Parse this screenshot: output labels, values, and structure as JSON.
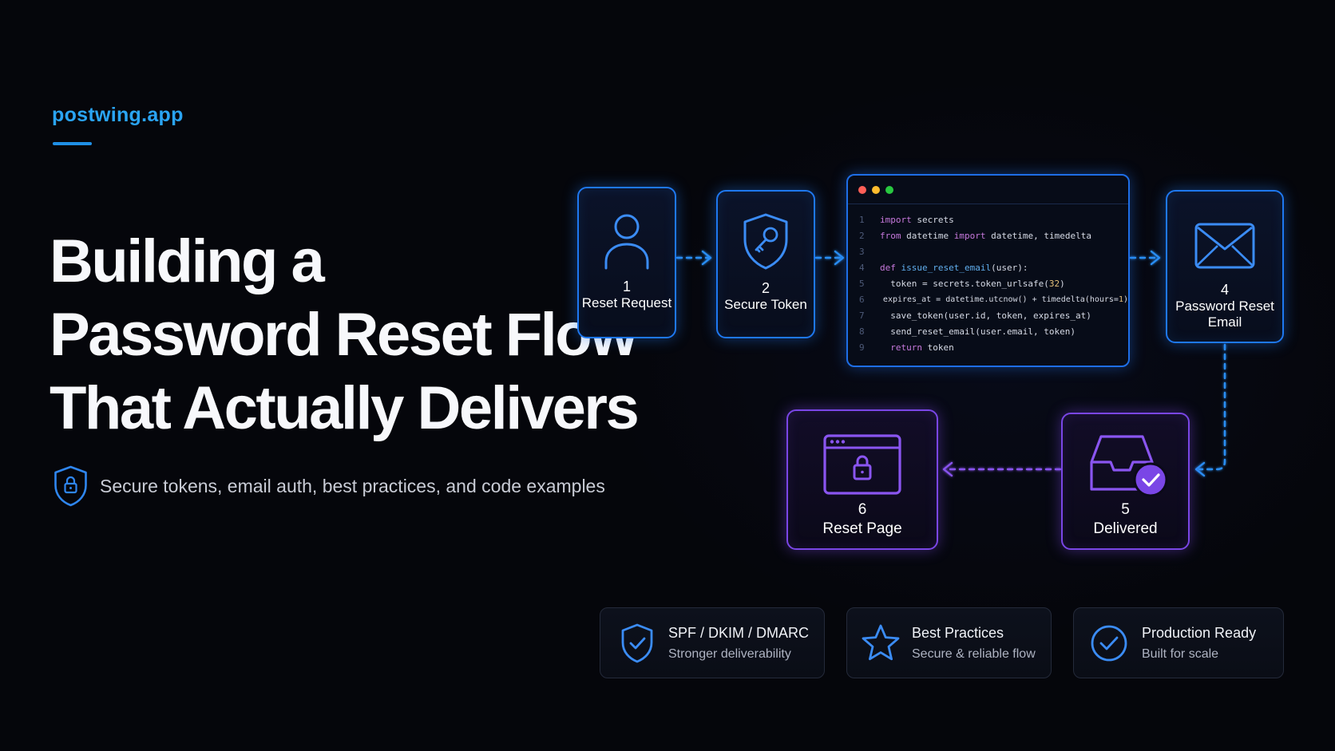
{
  "brand": {
    "name": "postwing.app",
    "accent": "#2aa4f4"
  },
  "headline": {
    "lines": [
      "Building a",
      "Password Reset Flow",
      "That Actually Delivers"
    ]
  },
  "subtitle": {
    "icon": "shield-lock-icon",
    "text": "Secure tokens, email auth, best practices, and code examples"
  },
  "flow": {
    "steps": [
      {
        "number": "1",
        "label": "Reset Request",
        "icon": "user-icon",
        "color": "#1e78f0"
      },
      {
        "number": "2",
        "label": "Secure Token",
        "icon": "shield-key-icon",
        "color": "#1e78f0"
      },
      {
        "number": "4",
        "label_line1": "Password Reset",
        "label_line2": "Email",
        "icon": "envelope-icon",
        "color": "#1e78f0"
      },
      {
        "number": "5",
        "label": "Delivered",
        "icon": "inbox-check-icon",
        "color": "#7a46e6"
      },
      {
        "number": "6",
        "label": "Reset Page",
        "icon": "browser-lock-icon",
        "color": "#7a46e6"
      }
    ],
    "code": {
      "line_numbers": [
        "1",
        "2",
        "3",
        "4",
        "5",
        "6",
        "7",
        "8",
        "9"
      ],
      "lines": [
        "import secrets",
        "from datetime import datetime, timedelta",
        "",
        "def issue_reset_email(user):",
        "  token = secrets.token_urlsafe(32)",
        "  expires_at = datetime.utcnow() + timedelta(hours=1)",
        "  save_token(user.id, token, expires_at)",
        "  send_reset_email(user.email, token)",
        "  return token"
      ],
      "window_dots": [
        "#ff5f57",
        "#febc2e",
        "#28c840"
      ]
    }
  },
  "features": [
    {
      "title": "SPF / DKIM / DMARC",
      "subtitle": "Stronger deliverability",
      "icon": "shield-check-icon"
    },
    {
      "title": "Best Practices",
      "subtitle": "Secure & reliable flow",
      "icon": "star-icon"
    },
    {
      "title": "Production Ready",
      "subtitle": "Built for scale",
      "icon": "check-circle-icon"
    }
  ]
}
